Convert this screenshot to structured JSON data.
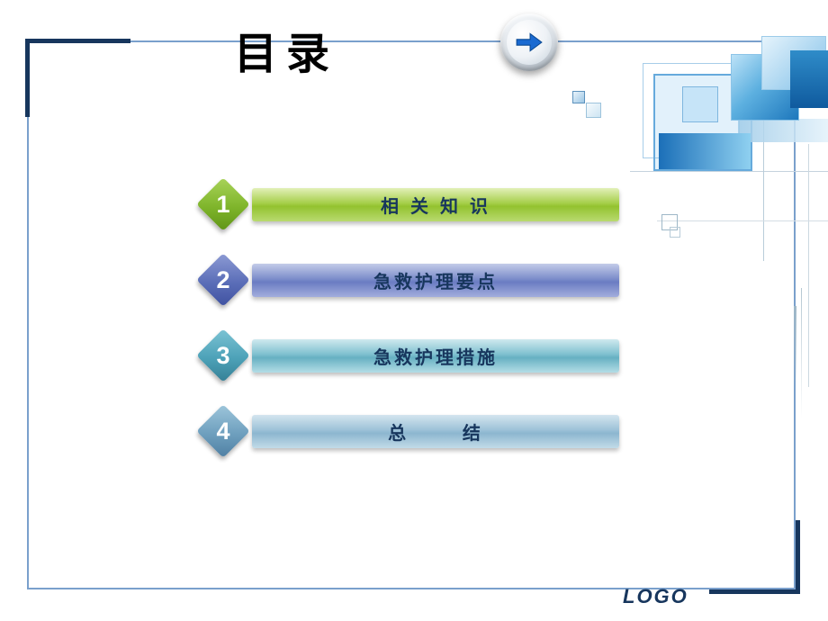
{
  "slide": {
    "title": "目录",
    "logo": "LOGO"
  },
  "nav": {
    "next_label": "next-slide",
    "arrow_color": "#1a6ad1"
  },
  "items": [
    {
      "num": "1",
      "label": "相 关 知 识",
      "accent": "#8cc63e",
      "bar_gradient": [
        "#e2f0b8",
        "#a6cf4a",
        "#93c22f",
        "#b9da70"
      ],
      "diamond_gradient": [
        "#a9d35a",
        "#7fb52b",
        "#5f9417"
      ]
    },
    {
      "num": "2",
      "label": "急救护理要点",
      "accent": "#6b7ec5",
      "bar_gradient": [
        "#c3cbe8",
        "#7d8ecb",
        "#6a7cc2",
        "#a3aedd"
      ],
      "diamond_gradient": [
        "#8d9bd4",
        "#5b6eb8",
        "#3f51a0"
      ]
    },
    {
      "num": "3",
      "label": "急救护理措施",
      "accent": "#4da2b8",
      "bar_gradient": [
        "#cfe9ef",
        "#7fc0cf",
        "#66b0c2",
        "#b3dde6"
      ],
      "diamond_gradient": [
        "#7cc3d4",
        "#4da2b8",
        "#357f95"
      ]
    },
    {
      "num": "4",
      "label": "总      结",
      "accent": "#6e9fbe",
      "bar_gradient": [
        "#d4e5ef",
        "#9dc2d8",
        "#8cb6cf",
        "#c2dbe8"
      ],
      "diamond_gradient": [
        "#9ec6db",
        "#6e9fbe",
        "#4f7fa3"
      ]
    }
  ],
  "colors": {
    "frame": "#7aa0cc",
    "corner": "#17365d",
    "bar_text": "#17365d"
  }
}
